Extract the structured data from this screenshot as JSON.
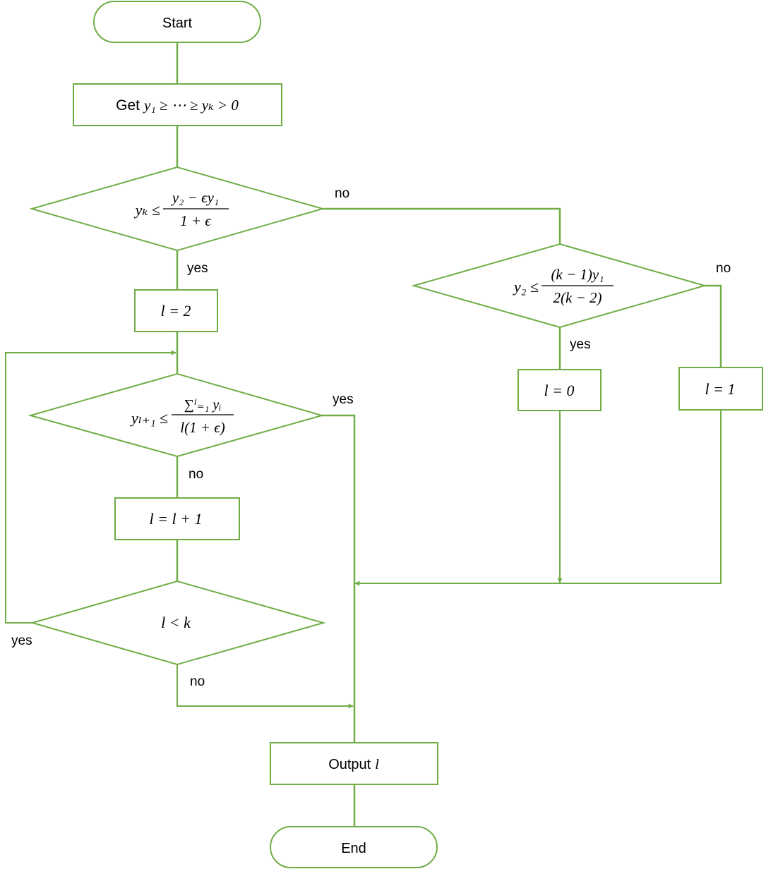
{
  "colors": {
    "stroke": "#70ad47",
    "arrow": "#70ad47",
    "text": "#000000",
    "background": "#ffffff"
  },
  "nodes": {
    "start": {
      "label": "Start"
    },
    "get": {
      "prefix": "Get",
      "expr": "y₁ ≥ ⋯ ≥ yₖ > 0"
    },
    "cond1": {
      "lhs": "yₖ ≤",
      "numerator": "y₂ − ϵy₁",
      "denominator": "1 + ϵ"
    },
    "assign_l2": {
      "expr": "l = 2"
    },
    "cond2": {
      "lhs": "y₂ ≤",
      "numerator": "(k − 1)y₁",
      "denominator": "2(k − 2)"
    },
    "assign_l0": {
      "expr": "l = 0"
    },
    "assign_l1": {
      "expr": "l = 1"
    },
    "cond3": {
      "lhs": "yₗ₊₁ ≤",
      "numerator": "∑ⁱ₌₁ yᵢ",
      "denominator": "l(1 + ϵ)"
    },
    "increment": {
      "expr": "l = l + 1"
    },
    "cond4": {
      "expr": "l < k"
    },
    "output": {
      "prefix": "Output",
      "var": "l"
    },
    "end": {
      "label": "End"
    }
  },
  "edge_labels": {
    "cond1_no": "no",
    "cond1_yes": "yes",
    "cond2_no": "no",
    "cond2_yes": "yes",
    "cond3_yes": "yes",
    "cond3_no": "no",
    "cond4_yes": "yes",
    "cond4_no": "no"
  }
}
